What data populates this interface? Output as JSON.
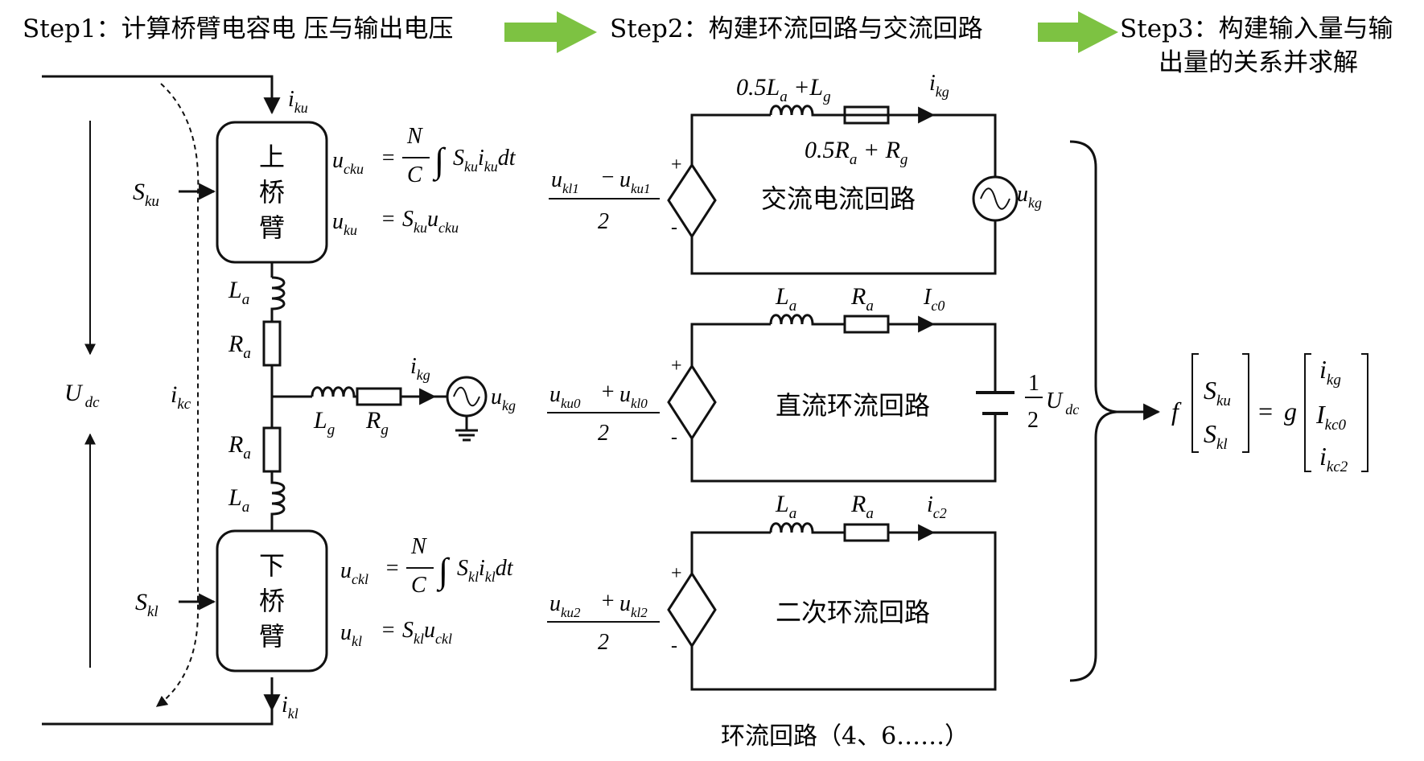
{
  "steps": {
    "step1": "Step1：计算桥臂电容电 压与输出电压",
    "step2": "Step2：构建环流回路与交流回路",
    "step3_line1": "Step3：构建输入量与输",
    "step3_line2": "出量的关系并求解"
  },
  "arms": {
    "upper": [
      "上",
      "桥",
      "臂"
    ],
    "lower": [
      "下",
      "桥",
      "臂"
    ]
  },
  "loops": {
    "ac": "交流电流回路",
    "dc": "直流环流回路",
    "second": "二次环流回路",
    "more": "环流回路（4、6……）"
  },
  "labels": {
    "udc": "U",
    "udc_sub": "dc",
    "ikc": "i",
    "ikc_sub": "kc",
    "sku": "S",
    "sku_sub": "ku",
    "skl": "S",
    "skl_sub": "kl",
    "iku": "i",
    "iku_sub": "ku",
    "ikl": "i",
    "ikl_sub": "kl",
    "La": "L",
    "a": "a",
    "Ra": "R",
    "Lg": "L",
    "Rg": "R",
    "g": "g",
    "ikg": "i",
    "kg": "kg",
    "ukg": "u",
    "half": "2",
    "one": "1",
    "Ic0": "I",
    "c0": "c0",
    "ic2": "i",
    "c2": "c2",
    "plus": "+",
    "minus": "-",
    "ac_top": "0.5L",
    "ac_top_plus": "+L",
    "ac_res": "0.5R",
    "ac_res_plus": "+ R"
  },
  "icons": [
    "dependent-voltage-source-icon",
    "ac-source-icon",
    "ground-icon",
    "inductor-icon",
    "resistor-icon",
    "capacitor-icon",
    "arrow-icon"
  ],
  "colors": {
    "arrow_green": "#7dc242",
    "line": "#111111"
  }
}
